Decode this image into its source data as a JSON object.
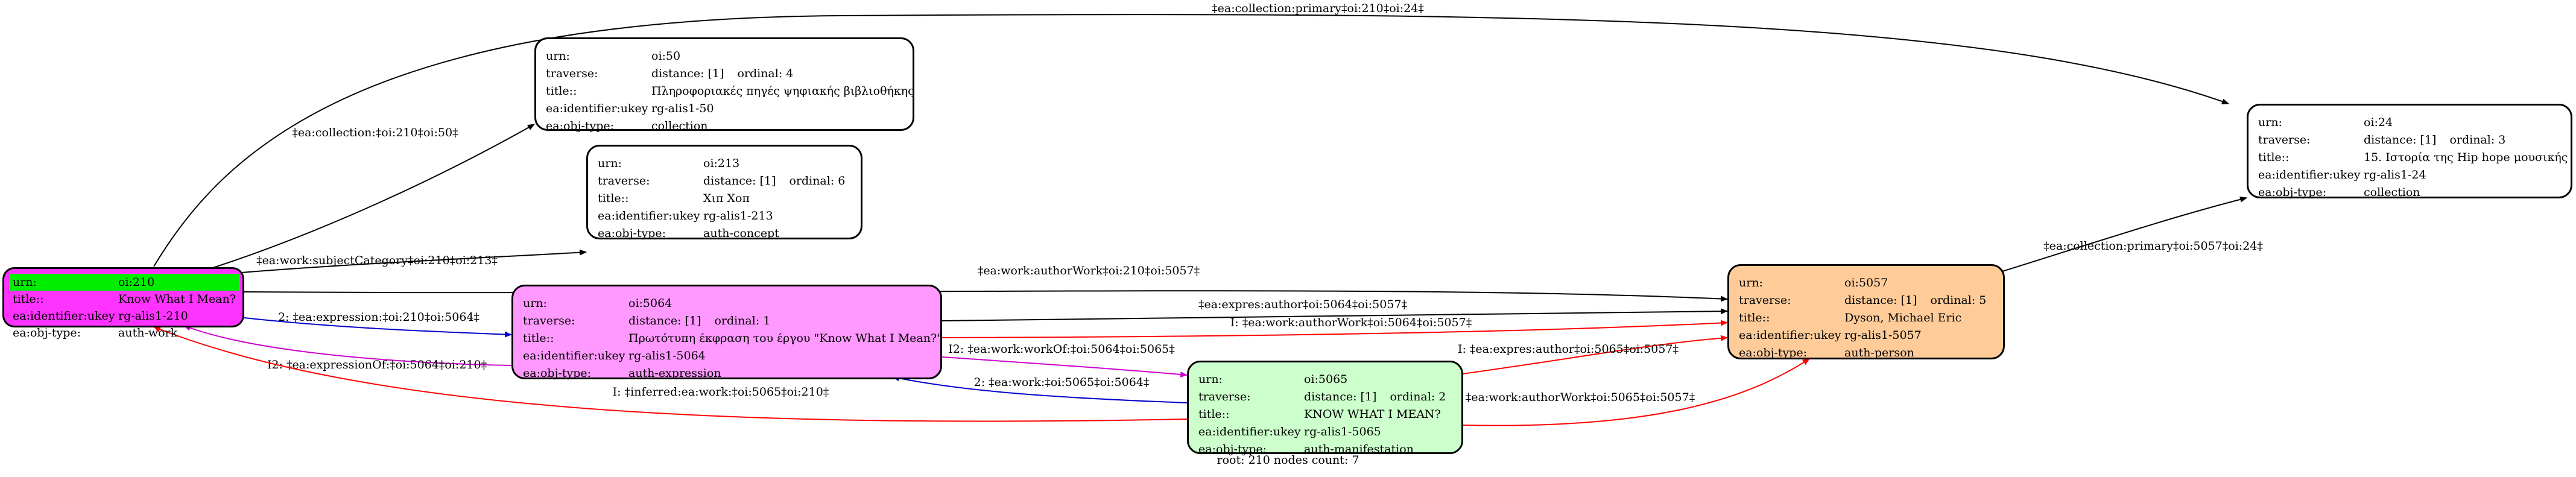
{
  "keys": {
    "urn": "urn:",
    "traverse": "traverse:",
    "title": "title::",
    "identifier": "ea:identifier:ukey",
    "objtype": "ea:obj-type:"
  },
  "nodes": {
    "oi210": {
      "fill": "#ff33ff",
      "urn": "oi:210",
      "title": "Know What I Mean?",
      "identifier": "rg-alis1-210",
      "objtype": "auth-work"
    },
    "oi50": {
      "fill": "#ffffff",
      "urn": "oi:50",
      "distance": "distance: [1]",
      "ordinal": "ordinal: 4",
      "title": "Πληροφοριακές πηγές ψηφιακής βιβλιοθήκης",
      "identifier": "rg-alis1-50",
      "objtype": "collection"
    },
    "oi213": {
      "fill": "#ffffff",
      "urn": "oi:213",
      "distance": "distance: [1]",
      "ordinal": "ordinal: 6",
      "title": "Χιπ Χοπ",
      "identifier": "rg-alis1-213",
      "objtype": "auth-concept"
    },
    "oi24": {
      "fill": "#ffffff",
      "urn": "oi:24",
      "distance": "distance: [1]",
      "ordinal": "ordinal: 3",
      "title": "15. Ιστορία της Hip hope μουσικής",
      "identifier": "rg-alis1-24",
      "objtype": "collection"
    },
    "oi5064": {
      "fill": "#ff99ff",
      "urn": "oi:5064",
      "distance": "distance: [1]",
      "ordinal": "ordinal: 1",
      "title": "Πρωτότυπη έκφραση του έργου \"Know What I Mean?\"",
      "identifier": "rg-alis1-5064",
      "objtype": "auth-expression"
    },
    "oi5057": {
      "fill": "#ffcc99",
      "urn": "oi:5057",
      "distance": "distance: [1]",
      "ordinal": "ordinal: 5",
      "title": "Dyson, Michael Eric",
      "identifier": "rg-alis1-5057",
      "objtype": "auth-person"
    },
    "oi5065": {
      "fill": "#ccffcc",
      "urn": "oi:5065",
      "distance": "distance: [1]",
      "ordinal": "ordinal: 2",
      "title": "KNOW WHAT I MEAN?",
      "identifier": "rg-alis1-5065",
      "objtype": "auth-manifestation"
    }
  },
  "edges": [
    {
      "id": "e1",
      "label": "‡ea:collection:primary‡oi:210‡oi:24‡",
      "color": "#000000"
    },
    {
      "id": "e2",
      "label": "‡ea:collection:‡oi:210‡oi:50‡",
      "color": "#000000"
    },
    {
      "id": "e3",
      "label": "‡ea:work:subjectCategory‡oi:210‡oi:213‡",
      "color": "#000000"
    },
    {
      "id": "e4",
      "label": "‡ea:work:authorWork‡oi:210‡oi:5057‡",
      "color": "#000000"
    },
    {
      "id": "e5",
      "label": "2: ‡ea:expression:‡oi:210‡oi:5064‡",
      "color": "#0000cc"
    },
    {
      "id": "e6",
      "label": "I2: ‡ea:expressionOf:‡oi:5064‡oi:210‡",
      "color": "#cc00cc"
    },
    {
      "id": "e7",
      "label": "‡ea:collection:primary‡oi:5057‡oi:24‡",
      "color": "#000000"
    },
    {
      "id": "e8",
      "label": "‡ea:expres:author‡oi:5064‡oi:5057‡",
      "color": "#000000"
    },
    {
      "id": "e9",
      "label": "I: ‡ea:work:authorWork‡oi:5064‡oi:5057‡",
      "color": "#ff0000"
    },
    {
      "id": "e10",
      "label": "I2: ‡ea:work:workOf:‡oi:5064‡oi:5065‡",
      "color": "#cc00cc"
    },
    {
      "id": "e11",
      "label": "2: ‡ea:work:‡oi:5065‡oi:5064‡",
      "color": "#0000cc"
    },
    {
      "id": "e12",
      "label": "I: ‡inferred:ea:work:‡oi:5065‡oi:210‡",
      "color": "#ff0000"
    },
    {
      "id": "e13",
      "label": "I: ‡ea:expres:author‡oi:5065‡oi:5057‡",
      "color": "#ff0000"
    },
    {
      "id": "e14",
      "label": "I: ‡ea:work:authorWork‡oi:5065‡oi:5057‡",
      "color": "#ff0000"
    }
  ],
  "footer": "root: 210 nodes count: 7"
}
